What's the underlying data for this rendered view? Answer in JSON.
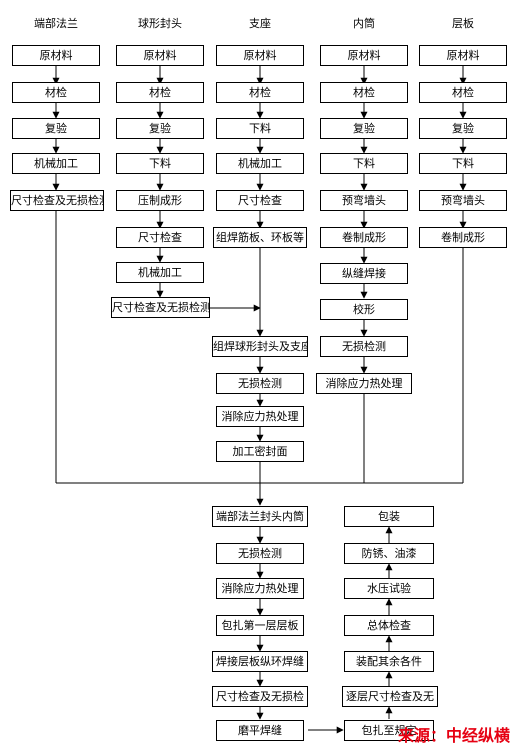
{
  "columns": {
    "c1": "端部法兰",
    "c2": "球形封头",
    "c3": "支座",
    "c4": "内筒",
    "c5": "层板"
  },
  "boxes": {
    "c1_1": "原材料",
    "c1_2": "材检",
    "c1_3": "复验",
    "c1_4": "机械加工",
    "c1_5": "尺寸检查及无损检测",
    "c2_1": "原材料",
    "c2_2": "材检",
    "c2_3": "复验",
    "c2_4": "下料",
    "c2_5": "压制成形",
    "c2_6": "尺寸检查",
    "c2_7": "机械加工",
    "c2_8": "尺寸检查及无损检测",
    "c3_1": "原材料",
    "c3_2": "材检",
    "c3_3": "下料",
    "c3_4": "机械加工",
    "c3_5": "尺寸检查",
    "c3_6": "组焊筋板、环板等",
    "m_1": "组焊球形封头及支座",
    "m_2": "无损检测",
    "m_3": "消除应力热处理",
    "m_4": "加工密封面",
    "c4_1": "原材料",
    "c4_2": "材检",
    "c4_3": "复验",
    "c4_4": "下料",
    "c4_5": "预弯墙头",
    "c4_6": "卷制成形",
    "c4_7": "纵缝焊接",
    "c4_8": "校形",
    "c4_9": "无损检测",
    "c4_10": "消除应力热处理",
    "c5_1": "原材料",
    "c5_2": "材检",
    "c5_3": "复验",
    "c5_4": "下料",
    "c5_5": "预弯墙头",
    "c5_6": "卷制成形",
    "a_1": "端部法兰封头内筒",
    "a_2": "无损检测",
    "a_3": "消除应力热处理",
    "a_4": "包扎第一层层板",
    "a_5": "焊接层板纵环焊缝",
    "a_6": "尺寸检查及无损检",
    "a_7": "磨平焊缝",
    "b_1": "包装",
    "b_2": "防锈、油漆",
    "b_3": "水压试验",
    "b_4": "总体检查",
    "b_5": "装配其余各件",
    "b_6": "逐层尺寸检查及无",
    "b_7": "包扎至规定"
  },
  "source": "来源：中经纵横"
}
